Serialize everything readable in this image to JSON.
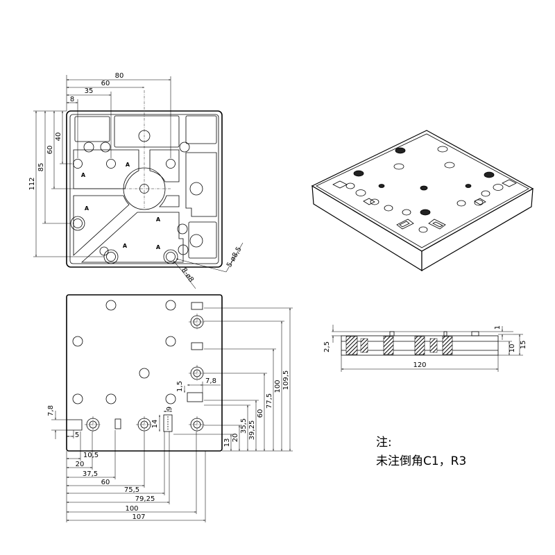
{
  "colors": {
    "line": "#000000",
    "paper": "#ffffff"
  },
  "top_view": {
    "dims_horizontal": [
      "80",
      "60",
      "35",
      "8"
    ],
    "dims_vertical": [
      "112",
      "85",
      "60",
      "40"
    ],
    "section_marks": [
      "A",
      "A",
      "A",
      "A",
      "A",
      "A"
    ],
    "callout_large": "5-ø8,5",
    "callout_small": "8-ø8"
  },
  "bottom_view": {
    "dim_left_vertical": "7,8",
    "dim_left_horizontal": "5",
    "slot_dims": [
      "1,5",
      "7,8",
      "14",
      "9"
    ],
    "dims_bottom": [
      "10,5",
      "20",
      "37,5",
      "60",
      "75,5",
      "79,25",
      "100",
      "107"
    ],
    "dims_right": [
      "13",
      "20",
      "35,5",
      "39,25",
      "60",
      "77,5",
      "100",
      "109,5"
    ]
  },
  "side_view": {
    "dims": [
      "2,5",
      "1",
      "10",
      "15",
      "120"
    ]
  },
  "note": {
    "heading": "注:",
    "text": "未注倒角C1，R3"
  }
}
